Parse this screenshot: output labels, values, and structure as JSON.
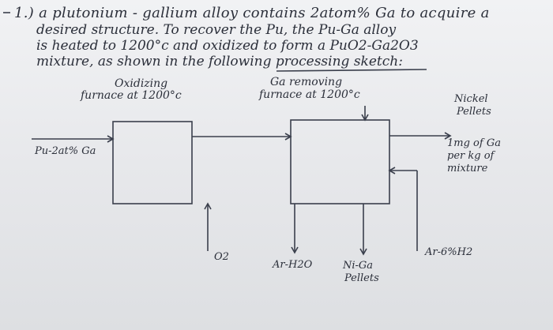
{
  "problem": {
    "number": "1.)",
    "line1": "a plutonium - gallium alloy contains 2atom% Ga to acquire a",
    "line2": "desired structure. To recover the Pu, the Pu-Ga alloy",
    "line3": "is heated to 1200°c and oxidized to form a PuO2-Ga2O3",
    "line4": "mixture, as shown in the following processing sketch:"
  },
  "diagram": {
    "unit1_title_line1": "Oxidizing",
    "unit1_title_line2": "furnace at 1200°c",
    "unit2_title_line1": "Ga removing",
    "unit2_title_line2": "furnace at 1200°c",
    "feed_label": "Pu-2at% Ga",
    "o2_label": "O2",
    "ar_h2o_label": "Ar-H2O",
    "niga_label_line1": "Ni-Ga",
    "niga_label_line2": "Pellets",
    "nickel_label_line1": "Nickel",
    "nickel_label_line2": "Pellets",
    "product_line1": "1mg of Ga",
    "product_line2": "per kg of",
    "product_line3": "mixture",
    "ar_h2_label": "Ar-6%H2"
  }
}
